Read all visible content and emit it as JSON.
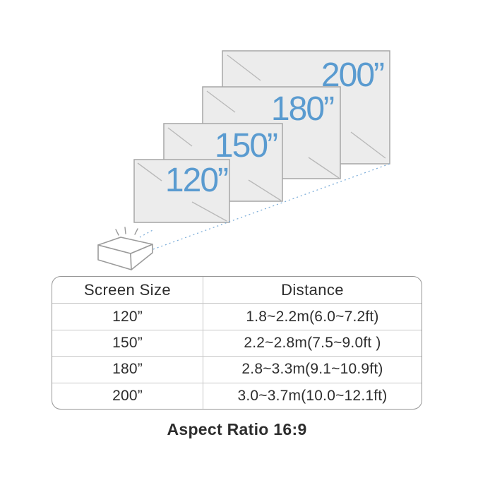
{
  "colors": {
    "accent_blue": "#5A9BD0",
    "screen_fill": "#ECECEC",
    "screen_border": "#A6A6A6",
    "glare_line": "#B9B9B9",
    "projection_dotted": "#7FAFDA",
    "projector_outline": "#9B9B9B",
    "table_border": "#969696",
    "table_grid": "#C7C7C7",
    "text": "#2D2D2D"
  },
  "diagram": {
    "screens": [
      {
        "label": "120”"
      },
      {
        "label": "150”"
      },
      {
        "label": "180”"
      },
      {
        "label": "200”"
      }
    ]
  },
  "table": {
    "headers": [
      "Screen Size",
      "Distance"
    ],
    "rows": [
      {
        "size": "120”",
        "distance": "1.8~2.2m(6.0~7.2ft)"
      },
      {
        "size": "150”",
        "distance": "2.2~2.8m(7.5~9.0ft )"
      },
      {
        "size": "180”",
        "distance": "2.8~3.3m(9.1~10.9ft)"
      },
      {
        "size": "200”",
        "distance": "3.0~3.7m(10.0~12.1ft)"
      }
    ]
  },
  "caption": "Aspect Ratio 16:9"
}
